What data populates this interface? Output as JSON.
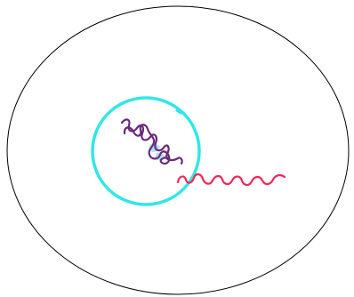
{
  "diagram": {
    "kind": "hand-drawn sketch",
    "elements": [
      {
        "name": "outer-cell-outline",
        "shape": "ellipse",
        "color": "#000000"
      },
      {
        "name": "inner-nucleus-circle",
        "shape": "circle",
        "color": "#33E6E6"
      },
      {
        "name": "double-helix-strand",
        "shape": "double helix",
        "color": "#6B2A7A"
      },
      {
        "name": "wavy-strand",
        "shape": "wavy line",
        "color": "#F0285A"
      }
    ],
    "colors": {
      "outline": "#000000",
      "circle": "#33E6E6",
      "helix": "#6B2A7A",
      "helix_fill": "#A7D8F0",
      "wave": "#F0285A"
    }
  }
}
